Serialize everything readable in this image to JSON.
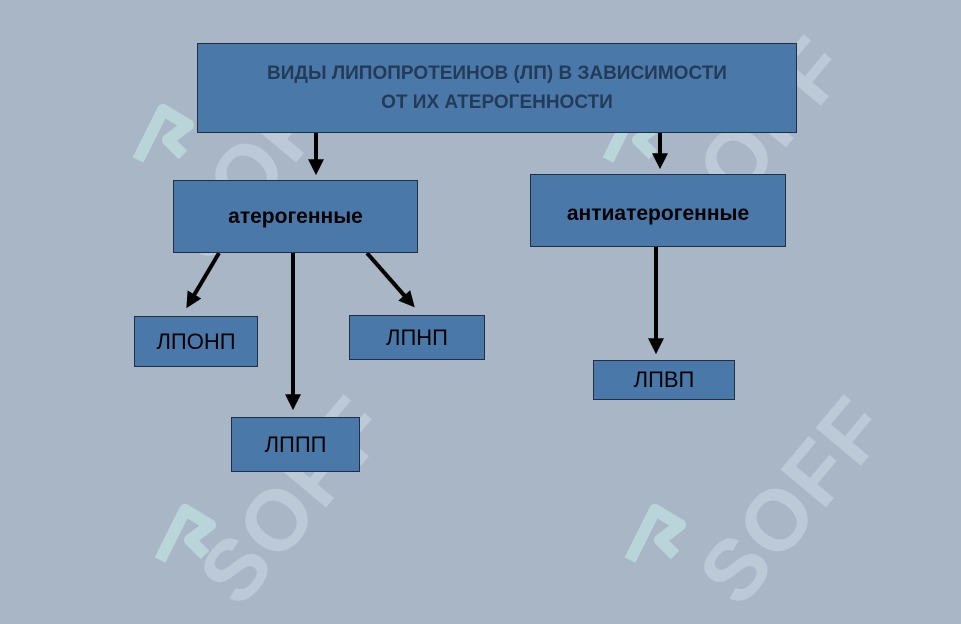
{
  "title": {
    "line1": "ВИДЫ ЛИПОПРОТЕИНОВ (ЛП) В ЗАВИСИМОСТИ",
    "line2": "ОТ ИХ АТЕРОГЕННОСТИ"
  },
  "categories": {
    "atherogenic": "атерогенные",
    "antiatherogenic": "антиатерогенные"
  },
  "leaves": {
    "lponp": "ЛПОНП",
    "lpnp": "ЛПНП",
    "lppp": "ЛППП",
    "lpvp": "ЛПВП"
  },
  "watermark": "SOFF",
  "colors": {
    "background": "#a8b6c6",
    "box_fill": "#4a79a9",
    "box_border": "#1f2f44",
    "arrow": "#000000",
    "watermark": "#c3d0dc"
  }
}
